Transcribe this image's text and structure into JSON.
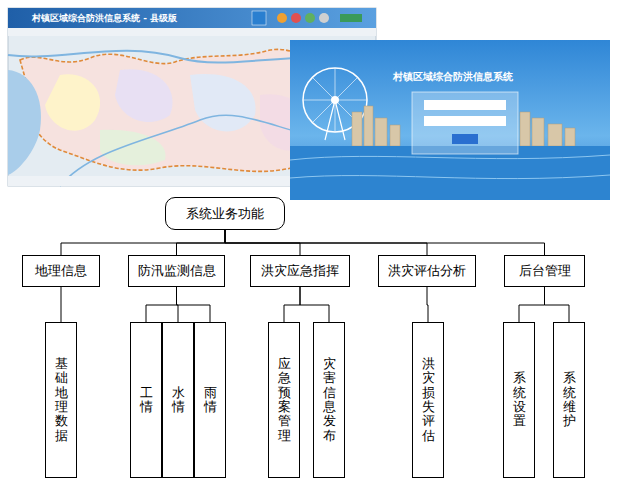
{
  "diagram": {
    "nodes": [
      {
        "text": [
          "系统业务功能"
        ]
      },
      {
        "text": [
          "地理信息"
        ]
      },
      {
        "text": [
          "防汛监测信息"
        ]
      },
      {
        "text": [
          "洪灾应急指挥"
        ]
      },
      {
        "text": [
          "洪灾评估分析"
        ]
      },
      {
        "text": [
          "后台管理"
        ]
      },
      {
        "text": [
          "基础地理数据"
        ]
      },
      {
        "text": [
          "工情"
        ]
      },
      {
        "text": [
          "水情"
        ]
      },
      {
        "text": [
          "雨情"
        ]
      },
      {
        "text": [
          "应急预案管理"
        ]
      },
      {
        "text": [
          "灾害信息发布"
        ]
      },
      {
        "text": [
          "洪灾损失评估"
        ]
      },
      {
        "text": [
          "系统设置"
        ]
      },
      {
        "text": [
          "系统维护"
        ]
      }
    ],
    "edges": [
      {
        "from": 0,
        "to": 1,
        "arrow": "none"
      },
      {
        "from": 0,
        "to": 2,
        "arrow": "none"
      },
      {
        "from": 0,
        "to": 3,
        "arrow": "none"
      },
      {
        "from": 0,
        "to": 4,
        "arrow": "none"
      },
      {
        "from": 0,
        "to": 5,
        "arrow": "none"
      },
      {
        "from": 1,
        "to": 6,
        "arrow": "none"
      },
      {
        "from": 2,
        "to": 7,
        "arrow": "none"
      },
      {
        "from": 2,
        "to": 8,
        "arrow": "none"
      },
      {
        "from": 2,
        "to": 9,
        "arrow": "none"
      },
      {
        "from": 3,
        "to": 10,
        "arrow": "none"
      },
      {
        "from": 3,
        "to": 11,
        "arrow": "none"
      },
      {
        "from": 4,
        "to": 12,
        "arrow": "none"
      },
      {
        "from": 5,
        "to": 13,
        "arrow": "none"
      },
      {
        "from": 5,
        "to": 14,
        "arrow": "none"
      }
    ],
    "labels": [
      "村镇区域综合防洪信息系统 - 县级版",
      "村镇区域综合防洪信息系统"
    ]
  }
}
